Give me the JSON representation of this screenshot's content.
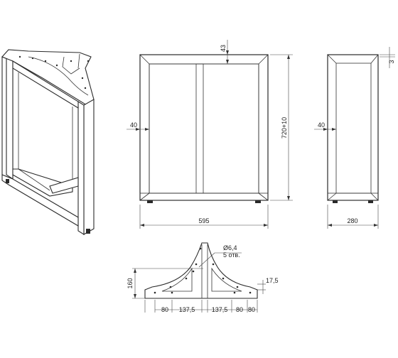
{
  "drawing": {
    "front_view": {
      "width_label": "595",
      "height_label": "720+10",
      "top_depth_label": "43",
      "side_profile_label": "40"
    },
    "side_view": {
      "depth_label": "280",
      "profile_label": "40",
      "plate_label": "3"
    },
    "bracket_view": {
      "height_label": "160",
      "hole_diameter_label": "Ø6,4",
      "hole_count_label": "5 отв.",
      "edge_label": "17,5",
      "spacing_labels": [
        "80",
        "137,5",
        "137,5",
        "80",
        "80"
      ]
    }
  }
}
